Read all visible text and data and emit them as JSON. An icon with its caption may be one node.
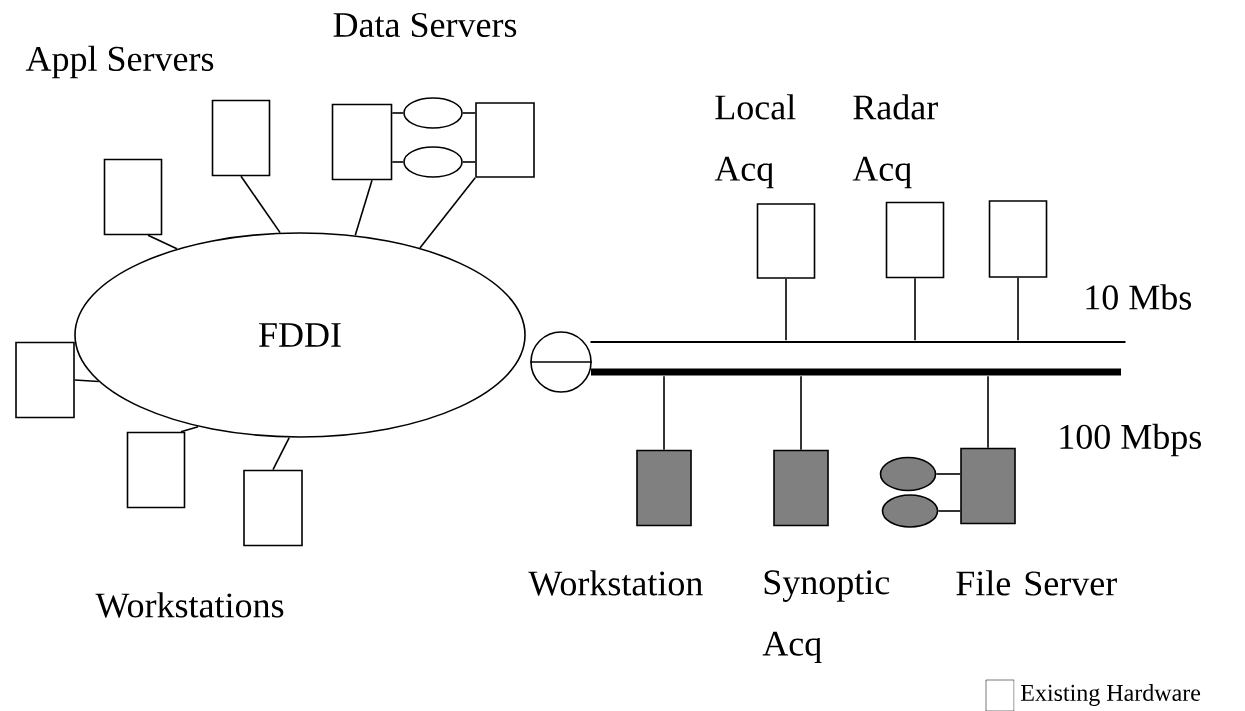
{
  "diagram": {
    "nodes": [
      {
        "text": [
          "FDDI"
        ]
      },
      {
        "text": [],
        "shape": "box"
      },
      {
        "text": [],
        "shape": "box"
      },
      {
        "text": [],
        "shape": "box"
      },
      {
        "text": [],
        "shape": "ellipse"
      },
      {
        "text": [],
        "shape": "ellipse"
      },
      {
        "text": [],
        "shape": "box"
      },
      {
        "text": [],
        "shape": "circle"
      },
      {
        "text": [],
        "shape": "bar",
        "beside": [
          "10 Mbs"
        ]
      },
      {
        "text": [],
        "shape": "bar",
        "beside": [
          "100 Mbps"
        ]
      },
      {
        "text": [
          "Local Acq"
        ]
      },
      {
        "text": [
          "Radar Acq"
        ]
      },
      {
        "text": [],
        "shape": "box"
      },
      {
        "text": [
          "Workstation"
        ]
      },
      {
        "text": [
          "Synoptic Acq"
        ]
      },
      {
        "text": [],
        "shape": "ellipse"
      },
      {
        "text": [],
        "shape": "ellipse"
      },
      {
        "text": [
          "File Server"
        ]
      },
      {
        "text": [],
        "shape": "box"
      },
      {
        "text": [],
        "shape": "box"
      },
      {
        "text": [],
        "shape": "box"
      }
    ],
    "edges": [
      {
        "from": 1,
        "to": 0,
        "arrow": "none"
      },
      {
        "from": 2,
        "to": 0,
        "arrow": "none"
      },
      {
        "from": 3,
        "to": 0,
        "arrow": "none"
      },
      {
        "from": 6,
        "to": 0,
        "arrow": "none"
      },
      {
        "from": 3,
        "to": 4,
        "arrow": "none"
      },
      {
        "from": 3,
        "to": 5,
        "arrow": "none"
      },
      {
        "from": 4,
        "to": 6,
        "arrow": "none"
      },
      {
        "from": 5,
        "to": 6,
        "arrow": "none"
      },
      {
        "from": 10,
        "to": 8,
        "arrow": "none"
      },
      {
        "from": 11,
        "to": 8,
        "arrow": "none"
      },
      {
        "from": 12,
        "to": 8,
        "arrow": "none"
      },
      {
        "from": 13,
        "to": 9,
        "arrow": "none"
      },
      {
        "from": 14,
        "to": 9,
        "arrow": "none"
      },
      {
        "from": 17,
        "to": 9,
        "arrow": "none"
      },
      {
        "from": 15,
        "to": 17,
        "arrow": "none"
      },
      {
        "from": 16,
        "to": 17,
        "arrow": "none"
      },
      {
        "from": 18,
        "to": 0,
        "arrow": "none"
      },
      {
        "from": 19,
        "to": 0,
        "arrow": "none"
      },
      {
        "from": 20,
        "to": 0,
        "arrow": "none"
      }
    ],
    "labels": [
      "Appl Servers",
      "Data Servers",
      "Workstations"
    ],
    "legend": [
      {
        "text": "Existing Hardware"
      }
    ]
  }
}
